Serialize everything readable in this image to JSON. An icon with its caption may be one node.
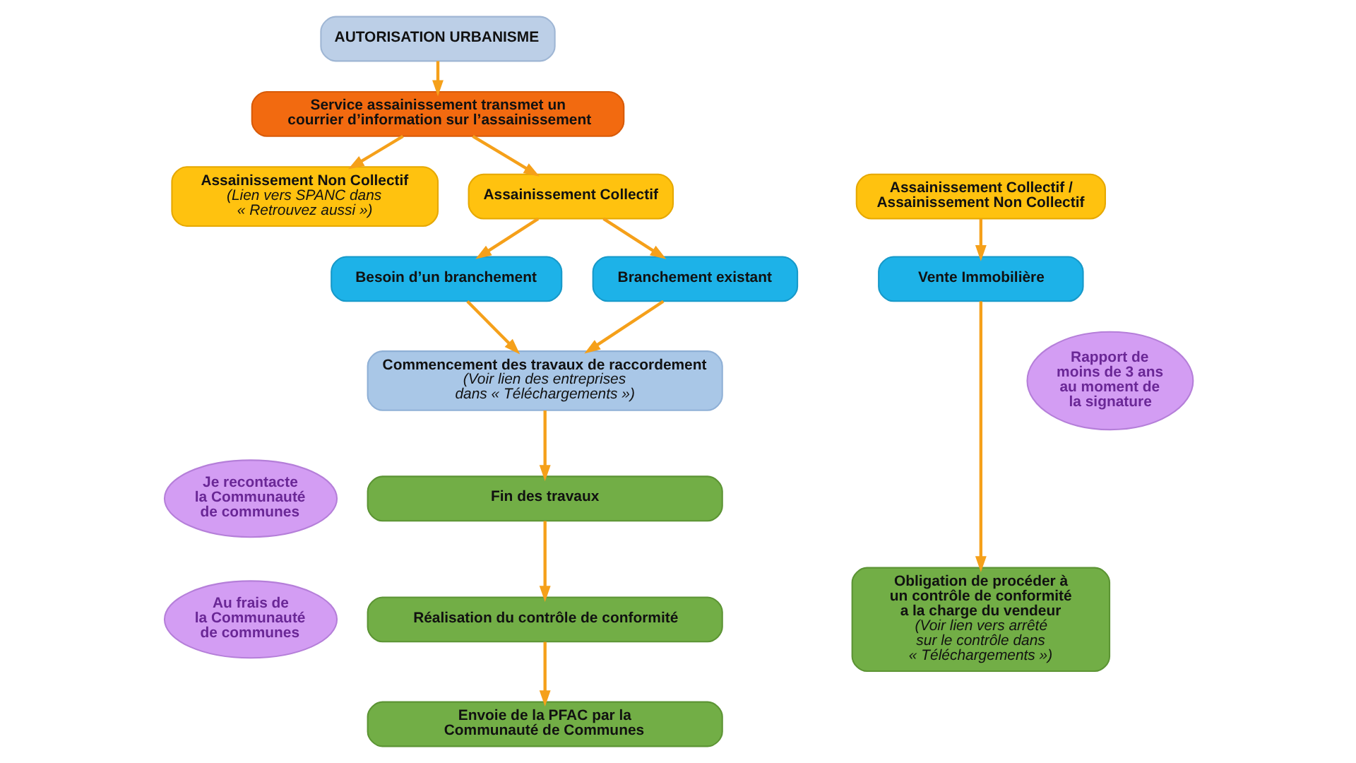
{
  "diagram": {
    "nodes": [
      {
        "text": [
          "AUTORISATION URBANISME"
        ]
      },
      {
        "text": [
          "Service assainissement transmet un courrier d’information sur l’assainissement"
        ]
      },
      {
        "text": [
          "Assainissement Non Collectif",
          "(Lien vers SPANC dans « Retrouvez aussi »)"
        ]
      },
      {
        "text": [
          "Assainissement Collectif"
        ]
      },
      {
        "text": [
          "Assainissement Collectif / Assainissement Non Collectif"
        ]
      },
      {
        "text": [
          "Besoin d’un branchement"
        ]
      },
      {
        "text": [
          "Branchement existant"
        ]
      },
      {
        "text": [
          "Vente Immobilière"
        ]
      },
      {
        "text": [
          "Commencement des travaux de raccordement",
          "(Voir lien des entreprises dans « Téléchargements »)"
        ]
      },
      {
        "text": [
          "Rapport de moins de 3 ans au moment de la signature"
        ]
      },
      {
        "text": [
          "Je recontacte la Communauté de communes"
        ]
      },
      {
        "text": [
          "Fin des travaux"
        ]
      },
      {
        "text": [
          "Obligation de procéder à un contrôle de conformité a la charge du vendeur",
          "(Voir lien vers arrêté sur le contrôle dans « Téléchargements »)"
        ]
      },
      {
        "text": [
          "Au frais de la Communauté de communes"
        ]
      },
      {
        "text": [
          "Réalisation du contrôle de conformité"
        ]
      },
      {
        "text": [
          "Envoie de la PFAC par la Communauté de Communes"
        ]
      }
    ],
    "edges": [
      {
        "from": 0,
        "to": 1,
        "arrow": "to"
      },
      {
        "from": 1,
        "to": 2,
        "arrow": "to"
      },
      {
        "from": 1,
        "to": 3,
        "arrow": "to"
      },
      {
        "from": 3,
        "to": 5,
        "arrow": "to"
      },
      {
        "from": 3,
        "to": 6,
        "arrow": "to"
      },
      {
        "from": 4,
        "to": 7,
        "arrow": "to"
      },
      {
        "from": 5,
        "to": 8,
        "arrow": "to"
      },
      {
        "from": 6,
        "to": 8,
        "arrow": "to"
      },
      {
        "from": 7,
        "to": 12,
        "arrow": "to"
      },
      {
        "from": 8,
        "to": 11,
        "arrow": "to"
      },
      {
        "from": 11,
        "to": 14,
        "arrow": "to"
      },
      {
        "from": 14,
        "to": 15,
        "arrow": "to"
      }
    ]
  }
}
